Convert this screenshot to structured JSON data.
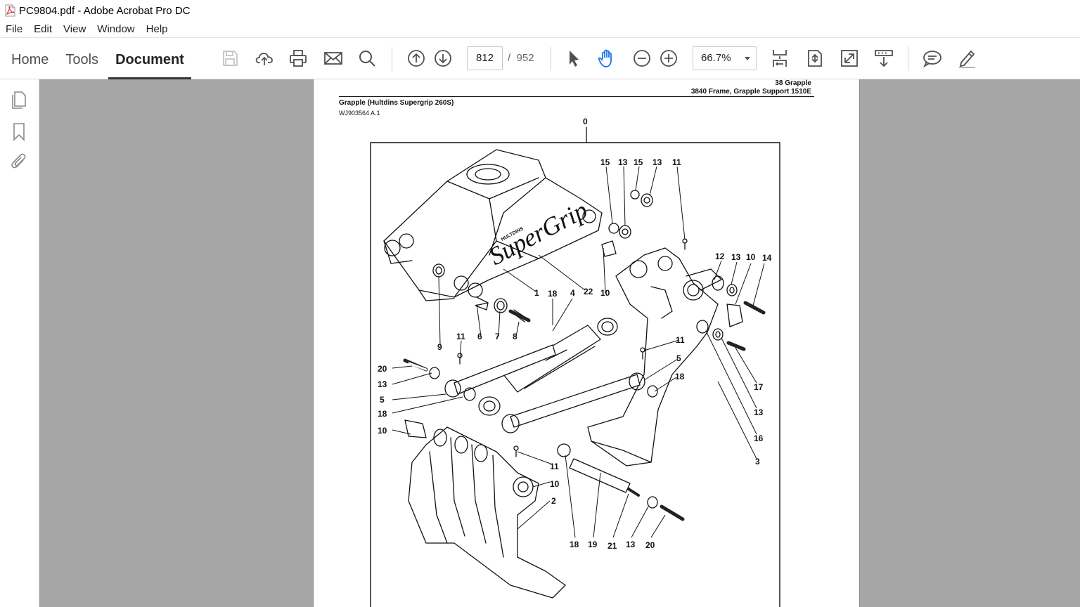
{
  "window": {
    "title": "PC9804.pdf - Adobe Acrobat Pro DC"
  },
  "menu": [
    "File",
    "Edit",
    "View",
    "Window",
    "Help"
  ],
  "tabs": {
    "home": "Home",
    "tools": "Tools",
    "document": "Document",
    "active": "Document"
  },
  "navigation": {
    "current_page": "812",
    "separator": "/",
    "total_pages": "952"
  },
  "zoom": {
    "value": "66.7%"
  },
  "colors": {
    "accent_blue": "#1473e6",
    "toolbar_icon": "#505050",
    "viewer_bg": "#a6a6a6",
    "pdf_red": "#d7373f"
  },
  "document_page": {
    "header_right_1": "38 Grapple",
    "header_right_2": "3840 Frame, Grapple Support 1510E",
    "section_title": "Grapple (Hultdins Supergrip 260S)",
    "doc_code": "WJ903564 A.1",
    "brand_small": "HULTDINS",
    "brand_script": "SuperGrip",
    "callouts": [
      "0",
      "15",
      "13",
      "15",
      "13",
      "11",
      "12",
      "13",
      "10",
      "14",
      "1",
      "18",
      "4",
      "22",
      "10",
      "9",
      "11",
      "6",
      "7",
      "8",
      "11",
      "5",
      "18",
      "20",
      "13",
      "5",
      "18",
      "10",
      "17",
      "13",
      "16",
      "3",
      "11",
      "10",
      "2",
      "18",
      "19",
      "21",
      "13",
      "20"
    ]
  },
  "icons": {
    "save": "save-icon",
    "upload": "cloud-upload-icon",
    "print": "print-icon",
    "mail": "mail-icon",
    "search": "search-icon",
    "prev": "arrow-up-circle-icon",
    "next": "arrow-down-circle-icon",
    "select": "pointer-icon",
    "hand": "hand-icon",
    "zoom_out": "zoom-out-icon",
    "zoom_in": "zoom-in-icon",
    "scroll_mode": "scrolling-mode-icon",
    "fit": "fit-page-icon",
    "fullscreen": "full-screen-icon",
    "read_mode": "read-mode-icon",
    "comment": "comment-icon",
    "sign": "pen-icon",
    "pages": "page-thumbnails-icon",
    "bookmark": "bookmark-icon",
    "attachment": "paperclip-icon"
  }
}
